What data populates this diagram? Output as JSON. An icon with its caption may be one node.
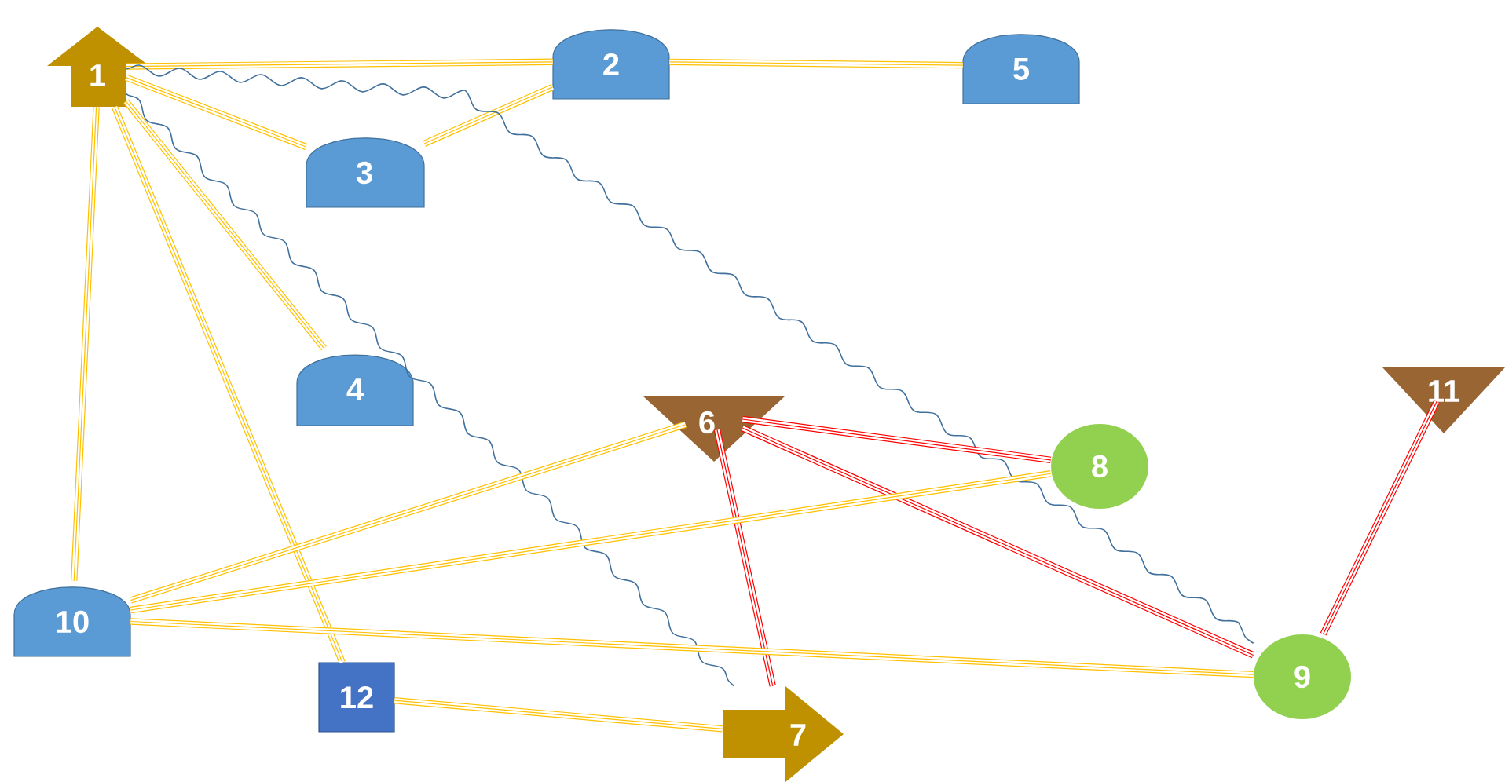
{
  "diagram": {
    "nodes": [
      {
        "text": [
          "1"
        ]
      },
      {
        "text": [
          "2"
        ]
      },
      {
        "text": [
          "3"
        ]
      },
      {
        "text": [
          "4"
        ]
      },
      {
        "text": [
          "5"
        ]
      },
      {
        "text": [
          "6"
        ]
      },
      {
        "text": [
          "7"
        ]
      },
      {
        "text": [
          "8"
        ]
      },
      {
        "text": [
          "9"
        ]
      },
      {
        "text": [
          "10"
        ]
      },
      {
        "text": [
          "11"
        ]
      },
      {
        "text": [
          "12"
        ]
      }
    ],
    "edges": [
      {
        "from": 0,
        "to": 1,
        "arrow": "none"
      },
      {
        "from": 0,
        "to": 2,
        "arrow": "none"
      },
      {
        "from": 0,
        "to": 3,
        "arrow": "none"
      },
      {
        "from": 0,
        "to": 9,
        "arrow": "none"
      },
      {
        "from": 0,
        "to": 11,
        "arrow": "none"
      },
      {
        "from": 1,
        "to": 2,
        "arrow": "none"
      },
      {
        "from": 1,
        "to": 4,
        "arrow": "none"
      },
      {
        "from": 0,
        "to": 8,
        "arrow": "none",
        "color": "#41719c"
      },
      {
        "from": 0,
        "to": 6,
        "arrow": "none",
        "color": "#41719c"
      },
      {
        "from": 5,
        "to": 7,
        "arrow": "none",
        "color": "#ff0000"
      },
      {
        "from": 5,
        "to": 8,
        "arrow": "none",
        "color": "#ff0000"
      },
      {
        "from": 5,
        "to": 6,
        "arrow": "none",
        "color": "#ff0000"
      },
      {
        "from": 10,
        "to": 8,
        "arrow": "none",
        "color": "#ff0000"
      },
      {
        "from": 9,
        "to": 5,
        "arrow": "none"
      },
      {
        "from": 9,
        "to": 7,
        "arrow": "none"
      },
      {
        "from": 9,
        "to": 8,
        "arrow": "none"
      },
      {
        "from": 11,
        "to": 6,
        "arrow": "none"
      }
    ]
  }
}
